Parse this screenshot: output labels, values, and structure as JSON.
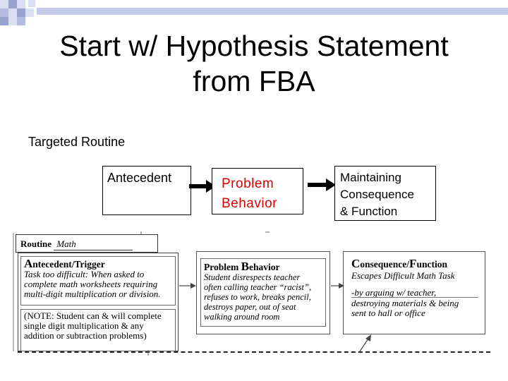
{
  "slide": {
    "title_line1": "Start w/ Hypothesis Statement",
    "title_line2": "from FBA",
    "routine_heading": "Targeted Routine"
  },
  "diagram": {
    "antecedent_label": "Antecedent",
    "behavior_line1": "Problem",
    "behavior_line2": "Behavior",
    "consequence_line1": "Maintaining",
    "consequence_line2": "Consequence",
    "consequence_line3": "& Function",
    "behavior_color": "#e00000"
  },
  "worksheet": {
    "routine_label": "Routine",
    "routine_value": "Math",
    "antecedent_heading_first": "A",
    "antecedent_heading_rest": "ntecedent/Trigger",
    "antecedent_lines": [
      "Task too difficult: When asked to",
      "complete math worksheets requiring",
      "multi-digit multiplication or division."
    ],
    "note_lines": [
      "(NOTE: Student can & will complete",
      "single digit multiplication & any",
      "addition or subtraction problems)"
    ],
    "behavior_heading_part1": "Problem ",
    "behavior_heading_first": "B",
    "behavior_heading_rest": "ehavior",
    "behavior_lines": [
      "Student disrespects teacher",
      "often calling teacher “racist”,",
      "refuses to work, breaks pencil,",
      "destroys paper, out of seat",
      "walking around room"
    ],
    "consequence_heading_first": "C",
    "consequence_heading_mid": "onsequence/",
    "consequence_heading_f": "F",
    "consequence_heading_rest": "unction",
    "consequence_sub": "Escapes Difficult Math Task",
    "consequence_lines": [
      "-by arguing w/ teacher,",
      "destroying materials & being",
      "sent to hall or office"
    ]
  }
}
